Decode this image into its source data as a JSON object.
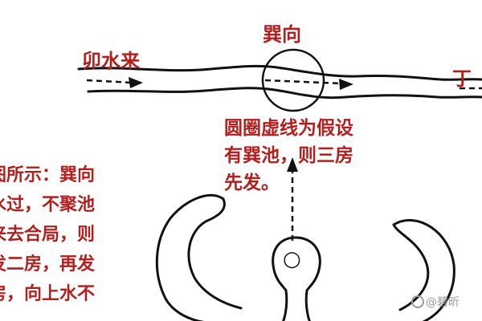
{
  "labels": {
    "incoming_water": "卯水来",
    "xun_direction": "巽向",
    "outgoing_partial": "丁"
  },
  "note": {
    "lines": [
      "圆圈虚线为假设",
      "有巽池，则三房",
      "先发。"
    ]
  },
  "side_text": {
    "lines": [
      "图所示：巽向",
      "水过，不聚池",
      "来去合局，则",
      "发二房，再发",
      "房，向上水不"
    ]
  },
  "house_symbol": "○",
  "watermark": {
    "text": "@碧昕"
  },
  "colors": {
    "label_red": "#b21f1f",
    "ink": "#111111"
  }
}
